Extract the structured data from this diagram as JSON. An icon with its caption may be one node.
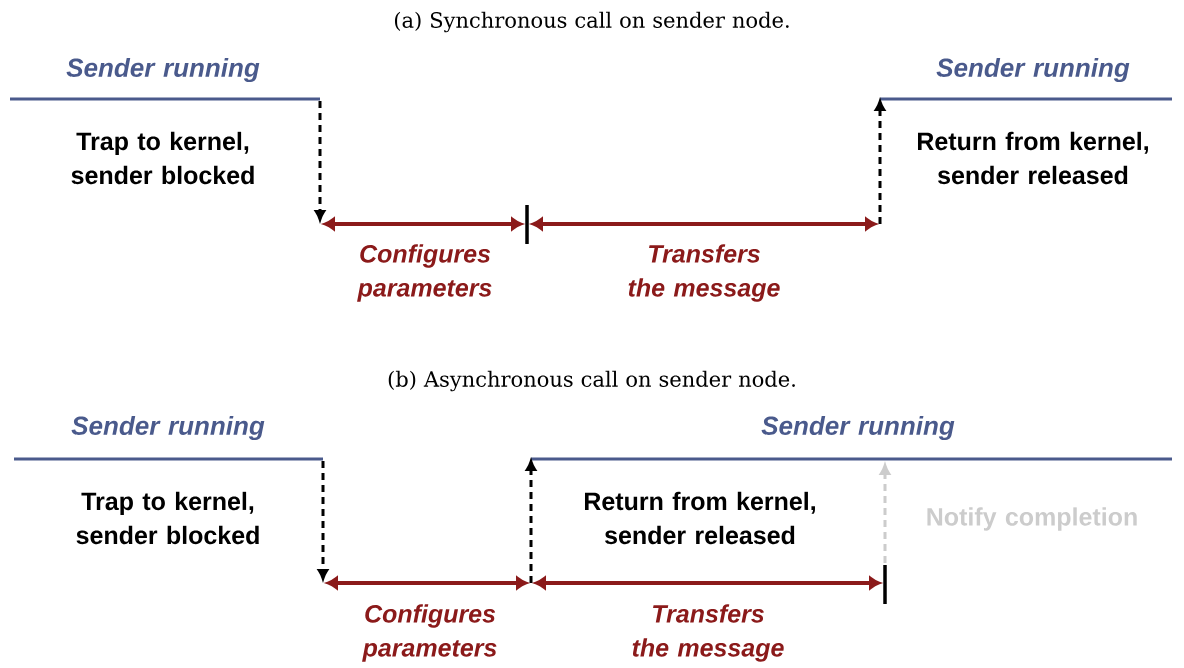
{
  "diagram": {
    "labels": [
      "(a) Synchronous call on sender node.",
      "Sender running",
      "Sender running",
      "Trap to kernel, sender blocked",
      "Return from kernel, sender released",
      "Configures parameters",
      "Transfers the message",
      "(b) Asynchronous call on sender node.",
      "Sender running",
      "Sender running",
      "Trap to kernel, sender blocked",
      "Return from kernel, sender released",
      "Notify completion",
      "Configures parameters",
      "Transfers the message"
    ]
  }
}
